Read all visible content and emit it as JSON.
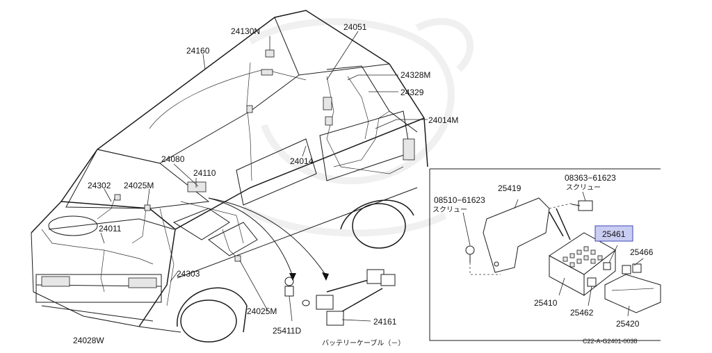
{
  "diagram": {
    "figure_code": "C22-A-G2401-0038",
    "highlighted_part": "25461",
    "labels": {
      "p24130N": "24130N",
      "p24051": "24051",
      "p24160": "24160",
      "p24328M": "24328M",
      "p24329": "24329",
      "p24014M": "24014M",
      "p24014": "24014",
      "p24080": "24080",
      "p24110": "24110",
      "p24302": "24302",
      "p24025M_top": "24025M",
      "p24011": "24011",
      "p24303": "24303",
      "p24025M_bottom": "24025M",
      "p24028W": "24028W",
      "p25411D": "25411D",
      "p24161": "24161",
      "battery_cable": "バッテリーケーブル（－）",
      "p08363_61623": "08363−61623",
      "screw_1": "スクリュー",
      "p25419": "25419",
      "p08510_61623": "08510−61623",
      "screw_2": "スクリュー",
      "p25461": "25461",
      "p25466": "25466",
      "p25410": "25410",
      "p25462": "25462",
      "p25420": "25420"
    }
  }
}
